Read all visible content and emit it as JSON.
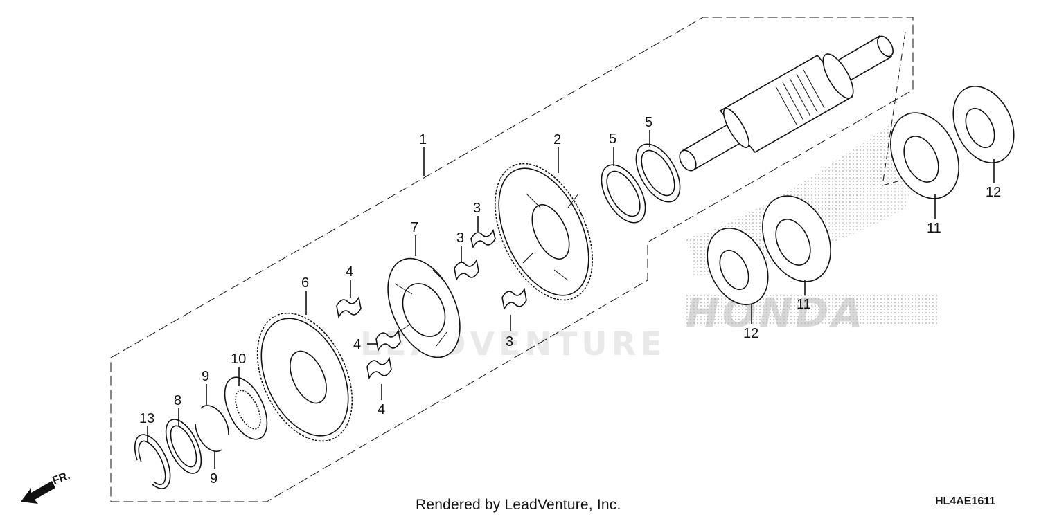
{
  "footer": {
    "rendered_by": "Rendered by LeadVenture, Inc.",
    "diagram_code": "HL4AE1611"
  },
  "watermark": "LEADVENTURE",
  "brand_mark": "HONDA",
  "front_indicator": "FR.",
  "callouts": [
    {
      "id": "c1",
      "label": "1"
    },
    {
      "id": "c2",
      "label": "2"
    },
    {
      "id": "c3a",
      "label": "3"
    },
    {
      "id": "c3b",
      "label": "3"
    },
    {
      "id": "c3c",
      "label": "3"
    },
    {
      "id": "c4a",
      "label": "4"
    },
    {
      "id": "c4b",
      "label": "4"
    },
    {
      "id": "c4c",
      "label": "4"
    },
    {
      "id": "c5a",
      "label": "5"
    },
    {
      "id": "c5b",
      "label": "5"
    },
    {
      "id": "c6",
      "label": "6"
    },
    {
      "id": "c7",
      "label": "7"
    },
    {
      "id": "c8",
      "label": "8"
    },
    {
      "id": "c9a",
      "label": "9"
    },
    {
      "id": "c9b",
      "label": "9"
    },
    {
      "id": "c10",
      "label": "10"
    },
    {
      "id": "c11a",
      "label": "11"
    },
    {
      "id": "c11b",
      "label": "11"
    },
    {
      "id": "c12a",
      "label": "12"
    },
    {
      "id": "c12b",
      "label": "12"
    },
    {
      "id": "c13",
      "label": "13"
    }
  ]
}
